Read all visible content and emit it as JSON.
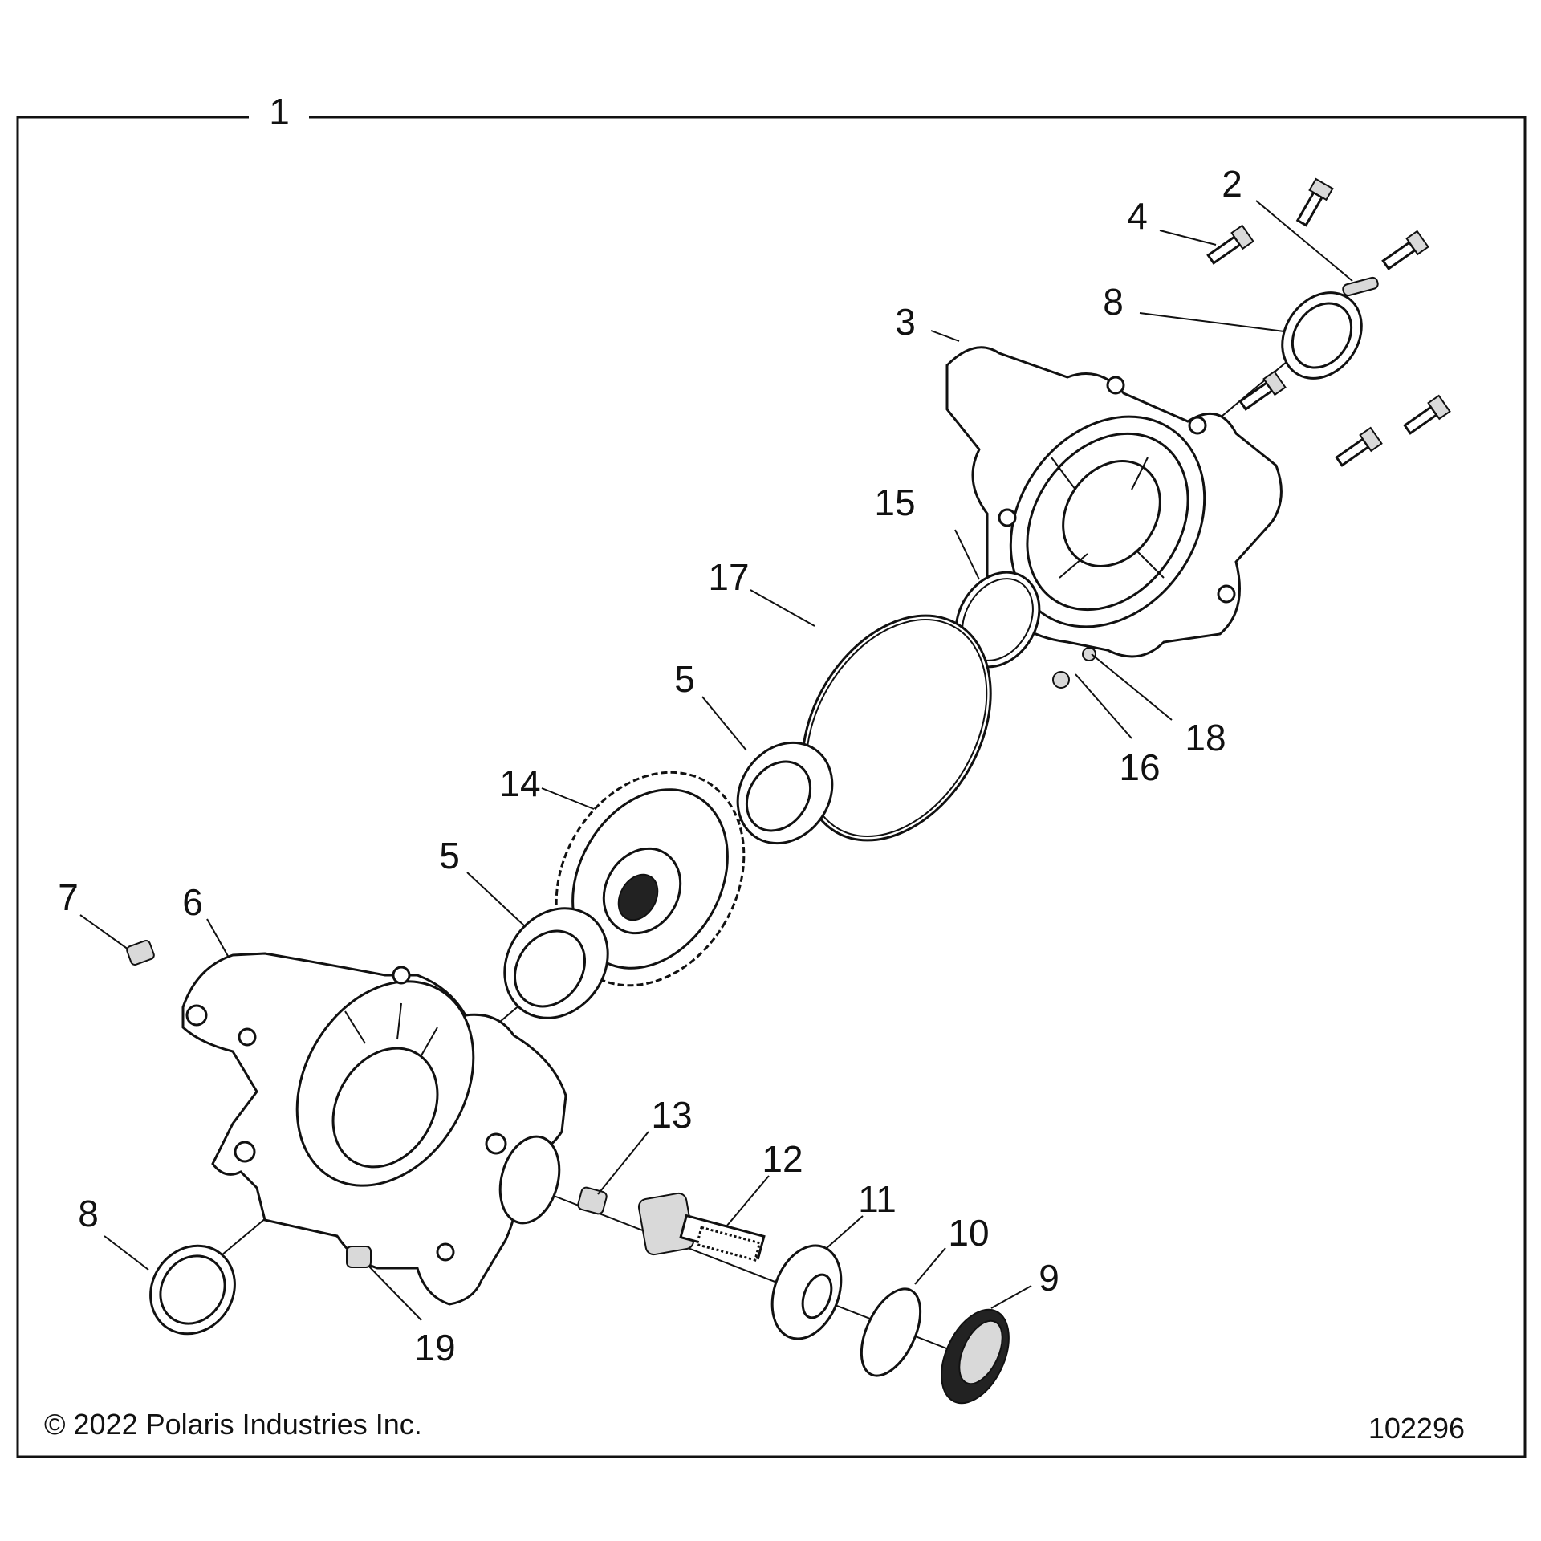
{
  "diagram": {
    "assembly_callout": "1",
    "copyright": "© 2022 Polaris Industries Inc.",
    "figure_number": "102296",
    "callouts": [
      {
        "id": "c2",
        "text": "2"
      },
      {
        "id": "c3",
        "text": "3"
      },
      {
        "id": "c4",
        "text": "4"
      },
      {
        "id": "c5a",
        "text": "5"
      },
      {
        "id": "c5b",
        "text": "5"
      },
      {
        "id": "c6",
        "text": "6"
      },
      {
        "id": "c7",
        "text": "7"
      },
      {
        "id": "c8a",
        "text": "8"
      },
      {
        "id": "c8b",
        "text": "8"
      },
      {
        "id": "c9",
        "text": "9"
      },
      {
        "id": "c10",
        "text": "10"
      },
      {
        "id": "c11",
        "text": "11"
      },
      {
        "id": "c12",
        "text": "12"
      },
      {
        "id": "c13",
        "text": "13"
      },
      {
        "id": "c14",
        "text": "14"
      },
      {
        "id": "c15",
        "text": "15"
      },
      {
        "id": "c16",
        "text": "16"
      },
      {
        "id": "c17",
        "text": "17"
      },
      {
        "id": "c18",
        "text": "18"
      },
      {
        "id": "c19",
        "text": "19"
      }
    ]
  }
}
